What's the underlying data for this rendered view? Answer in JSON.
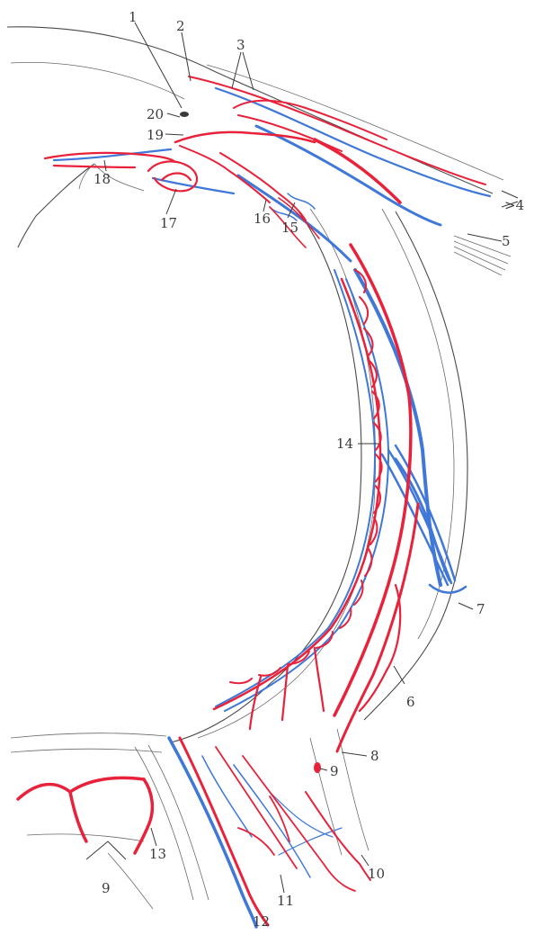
{
  "colors": {
    "artery": "#e8223a",
    "vein": "#3f78d8",
    "outline": "#4a4a4a",
    "background": "#ffffff"
  },
  "labels": {
    "l1": "1",
    "l2": "2",
    "l3": "3",
    "l4": ">4",
    "l5": "5",
    "l6": "6",
    "l7": "7",
    "l8": "8",
    "l9a": "9",
    "l9b": "9",
    "l10": "10",
    "l11": "11",
    "l12": "12",
    "l13": "13",
    "l14": "14",
    "l15": "15",
    "l16": "16",
    "l17": "17",
    "l18": "18",
    "l19": "19",
    "l20": "20"
  }
}
